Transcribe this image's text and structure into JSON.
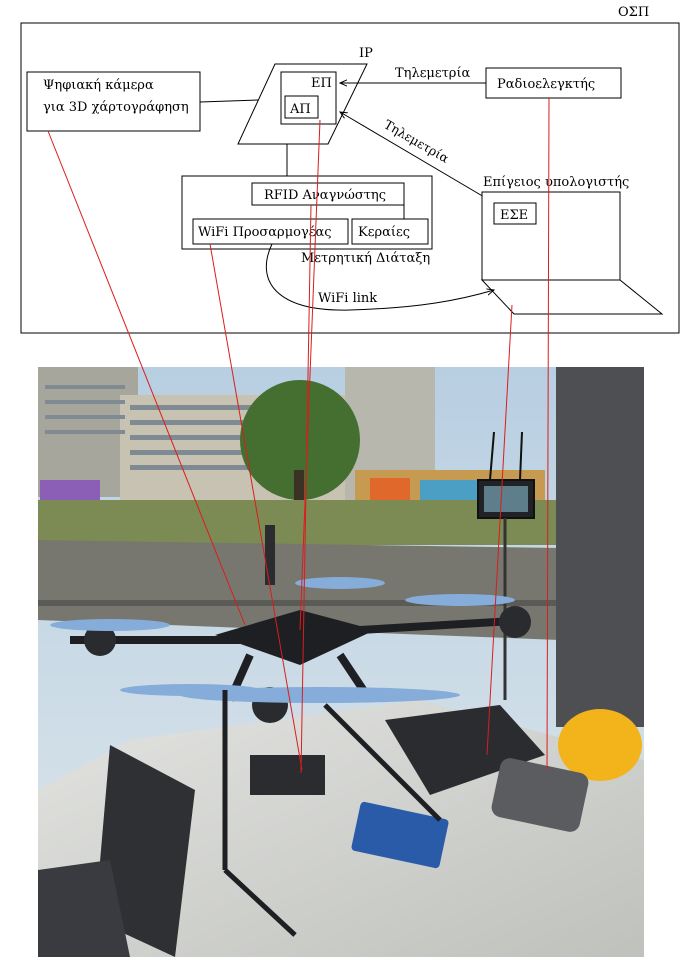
{
  "diagram": {
    "system_label": "ΟΣΠ",
    "uav_label": "ΙΡ",
    "camera_line1": "Ψηφιακή κάμερα",
    "camera_line2": "για 3D χάρτογράφηση",
    "fc_label": "ΕΠ",
    "ap_label": "ΑΠ",
    "rc_label": "Ραδιοελεγκτής",
    "telemetry_top": "Τηλεμετρία",
    "telemetry_diag": "Τηλεμετρία",
    "ground_pc_label": "Επίγειος υπολογιστής",
    "gcs_label": "ΕΣΕ",
    "rfid_label": "RFID Αναγνώστης",
    "wifi_adapter_label": "WiFi Προσαρμογέας",
    "antennas_label": "Κεραίες",
    "measuring_device_label": "Μετρητική Διάταξη",
    "wifi_link_label": "WiFi link"
  },
  "photo": {
    "colors": {
      "sky": "#c9d9e6",
      "building": "#b9b6a8",
      "tree": "#3f6d2c",
      "ground_wall": "#6f6f6c",
      "table": "#d9dad7",
      "drone": "#1e1f22",
      "propeller": "#7fa8d6",
      "helmet": "#f3b31a",
      "pillar": "#4c4e52",
      "laptop": "#2b2c30"
    }
  }
}
